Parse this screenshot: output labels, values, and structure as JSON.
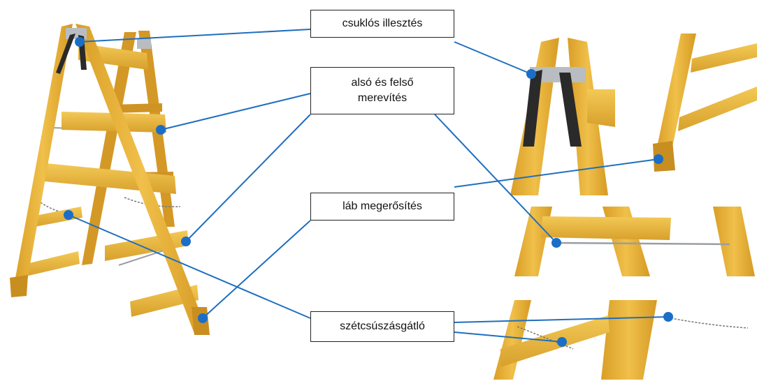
{
  "labels": {
    "joint": "csuklós illesztés",
    "brace_line1": "alsó és felső",
    "brace_line2": "merevítés",
    "foot": "láb megerősítés",
    "antislip": "szétcsúszásgátló"
  },
  "colors": {
    "wood": "#e8b23a",
    "wood_dark": "#c8901c",
    "wood_light": "#f5cd62",
    "connector": "#1f6fbf",
    "dot": "#1a6ec8",
    "metal": "#b9bdc2",
    "hinge": "#2a2a2a"
  }
}
